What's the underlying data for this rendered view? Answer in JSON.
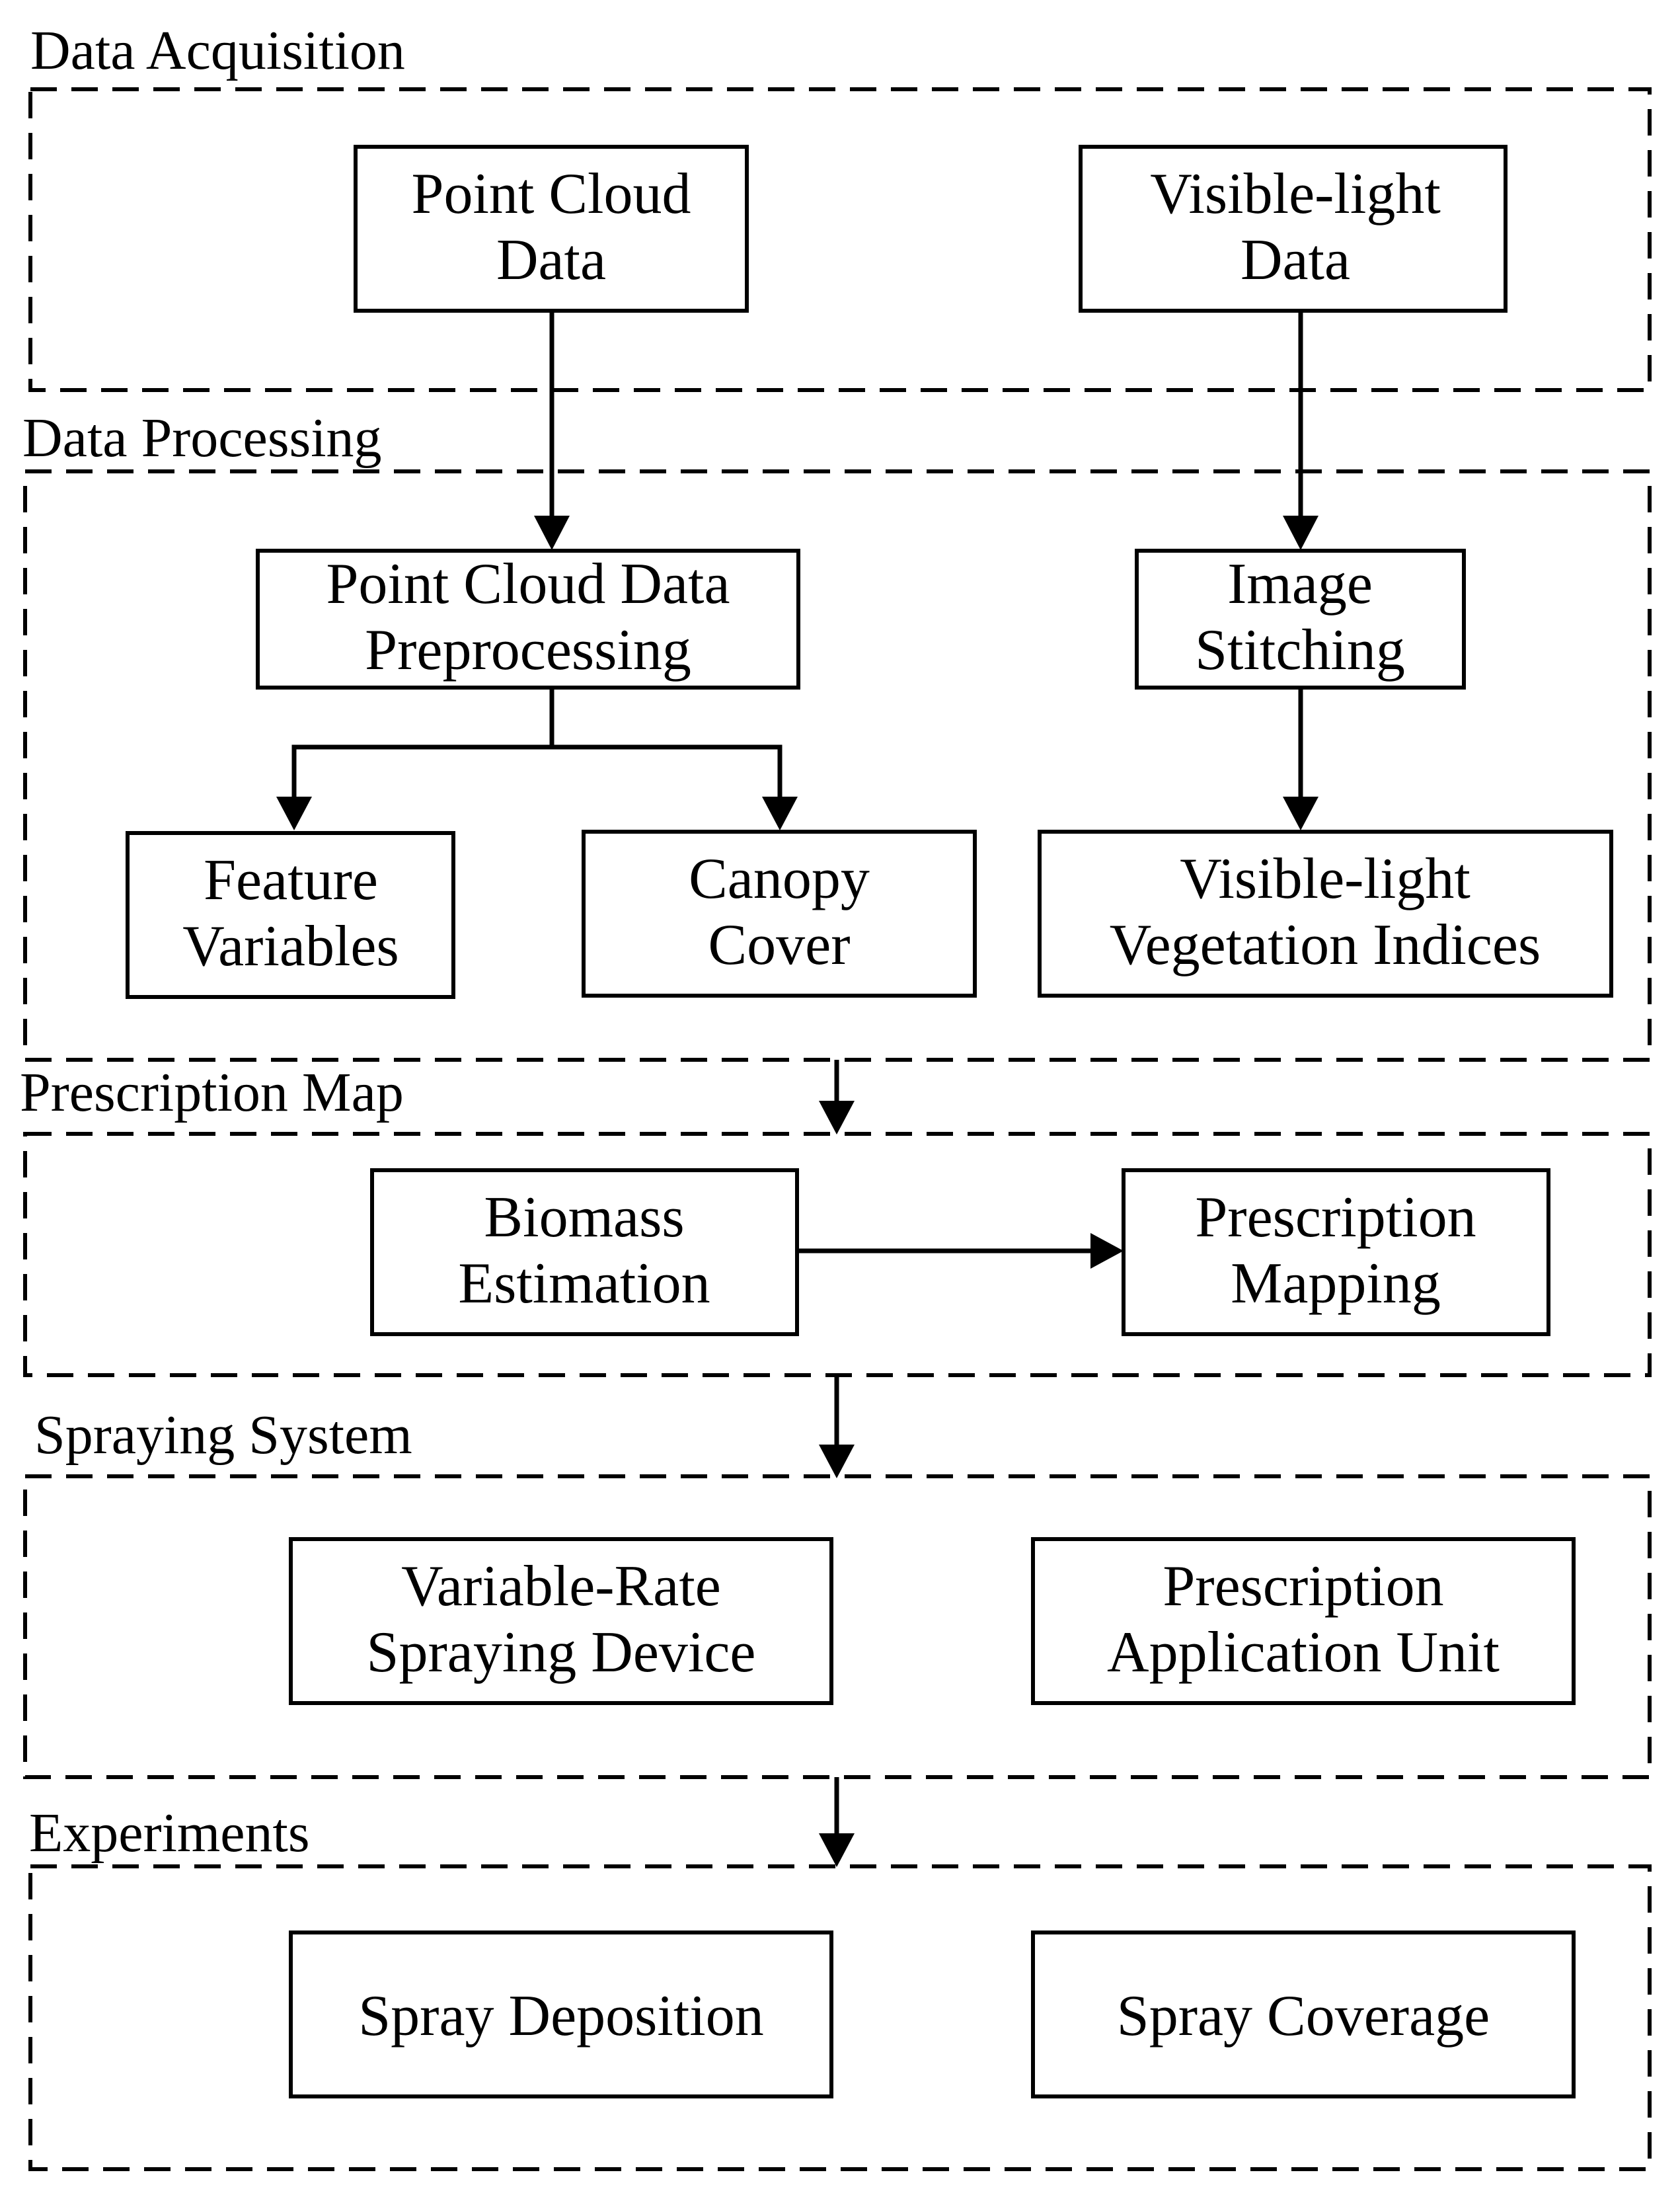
{
  "sections": {
    "acquisition": {
      "label": "Data Acquisition"
    },
    "processing": {
      "label": "Data Processing"
    },
    "prescription": {
      "label": "Prescription Map"
    },
    "spraying": {
      "label": "Spraying System"
    },
    "experiments": {
      "label": "Experiments"
    }
  },
  "boxes": {
    "point_cloud_data": {
      "lines": [
        "Point Cloud",
        "Data"
      ]
    },
    "visible_light_data": {
      "lines": [
        "Visible-light",
        "Data"
      ]
    },
    "point_cloud_preprocessing": {
      "lines": [
        "Point Cloud Data",
        "Preprocessing"
      ]
    },
    "image_stitching": {
      "lines": [
        "Image",
        "Stitching"
      ]
    },
    "feature_variables": {
      "lines": [
        "Feature",
        "Variables"
      ]
    },
    "canopy_cover": {
      "lines": [
        "Canopy",
        "Cover"
      ]
    },
    "vegetation_indices": {
      "lines": [
        "Visible-light",
        "Vegetation Indices"
      ]
    },
    "biomass_estimation": {
      "lines": [
        "Biomass",
        "Estimation"
      ]
    },
    "prescription_mapping": {
      "lines": [
        "Prescription",
        "Mapping"
      ]
    },
    "variable_rate_device": {
      "lines": [
        "Variable-Rate",
        "Spraying Device"
      ]
    },
    "prescription_application_unit": {
      "lines": [
        "Prescription",
        "Application Unit"
      ]
    },
    "spray_deposition": {
      "lines": [
        "Spray Deposition"
      ]
    },
    "spray_coverage": {
      "lines": [
        "Spray Coverage"
      ]
    }
  }
}
